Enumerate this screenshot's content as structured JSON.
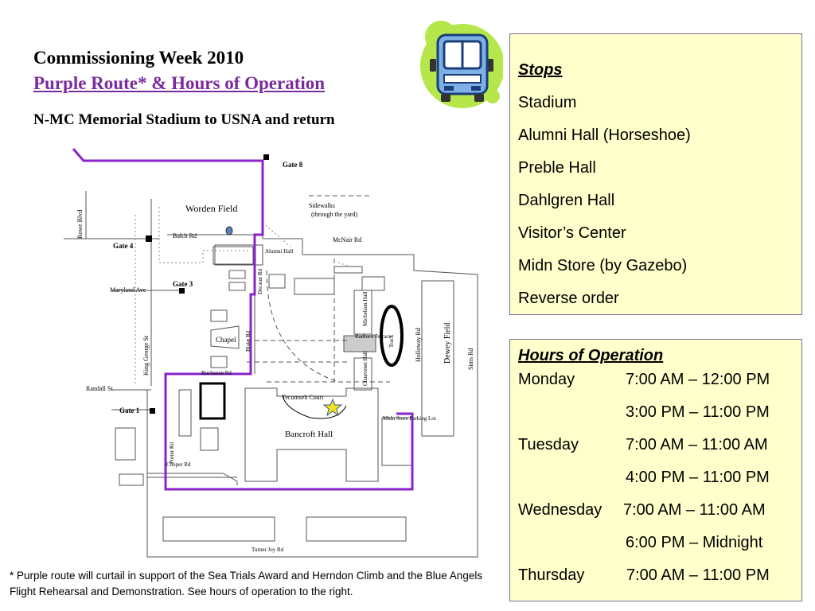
{
  "header": {
    "title": "Commissioning Week 2010",
    "subtitle": "Purple Route* & Hours of Operation",
    "route_description": "N-MC Memorial Stadium to USNA and return"
  },
  "colors": {
    "route": "#8a24c8",
    "subtitle": "#7b2a9c",
    "panel_background": "#ffffcc",
    "panel_border": "#7d6f99",
    "bus_accent": "#b5e64c",
    "star": "#f3e01e"
  },
  "icons": {
    "bus": "school-bus-icon",
    "stop_marker": "star-icon"
  },
  "map": {
    "gates": [
      "Gate 8",
      "Gate 4",
      "Gate 3",
      "Gate 1"
    ],
    "roads": {
      "rowe": "Rowe Blvd",
      "balch": "Balch Rd",
      "mcnair": "McNair Rd",
      "maryland": "Maryland  Ave",
      "king_george": "King George St",
      "decatur": "Decatur Rd",
      "blake": "Blake Rd",
      "buchanan": "Buchanan Rd",
      "randall": "Randall St",
      "porter": "Porter Rd",
      "cooper": "Cooper Rd",
      "holloway": "Holloway Rd",
      "sims": "Sims Rd",
      "turner_joy": "Turner Joy Rd"
    },
    "places": {
      "worden_field": "Worden Field",
      "alumni_hall": "Alumni Hall",
      "michelson_hall": "Michelson Hall",
      "radford_terrace": "Radford Terrace",
      "chauvenet_hall": "Chauvenet Hall",
      "track": "Track",
      "dewey_field": "Dewey Field",
      "chapel": "Chapel",
      "tecumseh_court": "Tecumseh Court",
      "bancroft_hall": "Bancroft Hall",
      "midn_store_parking": "Midn Store Parking Lot"
    },
    "legend": {
      "sidewalks": "Sidewalks",
      "sidewalks_note": "(through the yard)"
    }
  },
  "stops_panel": {
    "heading": "Stops",
    "items": [
      "Stadium",
      "Alumni Hall (Horseshoe)",
      "Preble Hall",
      "Dahlgren Hall",
      "Visitor’s Center",
      "Midn Store (by Gazebo)",
      "Reverse order"
    ]
  },
  "hours_panel": {
    "heading": "Hours of Operation",
    "rows": [
      {
        "day": "Monday",
        "time": "7:00 AM – 12:00 PM"
      },
      {
        "day": "",
        "time": "3:00 PM – 11:00 PM"
      },
      {
        "day": "Tuesday",
        "time": "7:00 AM – 11:00 AM"
      },
      {
        "day": "",
        "time": "4:00 PM – 11:00 PM"
      },
      {
        "day": "Wednesday",
        "time": "7:00  AM – 11:00 AM"
      },
      {
        "day": "",
        "time": "6:00 PM – Midnight"
      },
      {
        "day": "Thursday",
        "time": "7:00 AM – 11:00 PM"
      }
    ]
  },
  "footnote": "* Purple route will curtail in support of the Sea Trials Award and Herndon Climb and  the Blue Angels Flight  Rehearsal and Demonstration.  See hours of operation to the right."
}
